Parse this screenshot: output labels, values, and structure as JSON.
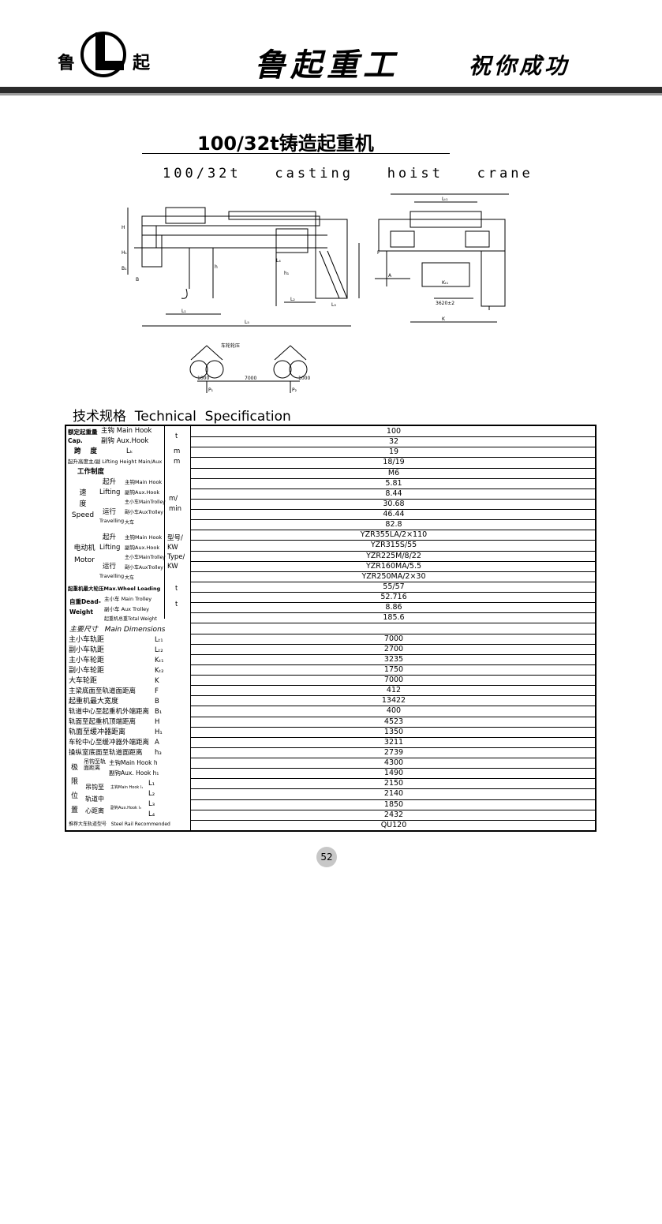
{
  "header": {
    "logo_left_char": "鲁",
    "logo_letter": "L",
    "logo_right_char": "起",
    "brand": "鲁起重工",
    "slogan": "祝你成功"
  },
  "title": {
    "cn": "100/32t铸造起重机",
    "en": "100/32t   casting   hoist   crane"
  },
  "drawing": {
    "wheel_pressure_label": "车轮轮压",
    "dims": [
      "1000",
      "7000",
      "1000"
    ],
    "p_labels": [
      "P₁",
      "P₂"
    ],
    "labels": [
      "H",
      "H₁",
      "B",
      "B₁",
      "h",
      "h₁",
      "L₁",
      "L₂",
      "L₃",
      "L₄",
      "L₅",
      "K",
      "Lₜ₁",
      "Kₜ₁",
      "A",
      "F",
      "3620±2"
    ]
  },
  "spec_heading": "技术规格  Technical  Specification",
  "table": {
    "values": [
      "100",
      "32",
      "19",
      "18/19",
      "M6",
      "5.81",
      "8.44",
      "30.68",
      "46.44",
      "82.8",
      "YZR355LA/2×110",
      "YZR315S/55",
      "YZR225M/8/22",
      "YZR160MA/5.5",
      "YZR250MA/2×30",
      "55/57",
      "52.716",
      "8.86",
      "185.6",
      "",
      "7000",
      "2700",
      "3235",
      "1750",
      "7000",
      "412",
      "13422",
      "400",
      "4523",
      "1350",
      "3211",
      "2739",
      "4300",
      "1490",
      "2150",
      "2140",
      "1850",
      "2432",
      "QU120"
    ],
    "labels": {
      "rated_cap": "额定起重量Cap.",
      "main_hook": "主钩 Main Hook",
      "aux_hook": "副钩 Aux.Hook",
      "unit_t": "t",
      "span": "跨    度",
      "span_sym": "Lₖ",
      "unit_m": "m",
      "lift_height": "起升高度主/副 Lifting Height Main/Aux",
      "duty": "工作制度",
      "speed": "速\n度\nSpeed",
      "lifting_cn": "起升",
      "lifting_en": "Lifting",
      "main_hook2": "主钩Main  Hook",
      "aux_hook2": "副钩Aux.Hook",
      "main_trolley": "主小车MainTrolley",
      "aux_trolley": "副小车AuxTrolley",
      "travel_cn": "运行",
      "travel_en": "Travelling",
      "bridge": "大车",
      "unit_speed": "m/\nmin",
      "motor": "电动机\nMotor",
      "motor_unit": "型号/\nKW\nType/\nKW",
      "wheel_load": "起重机最大轮压Max.Wheel Loading",
      "dead_weight": "自重Dead-\nWeight",
      "w_main_trolley": "主小车 Main Trolley",
      "w_aux_trolley": "副小车 Aux Trolley",
      "total_weight": "起重机总重Total Weight",
      "main_dims": "主要尺寸   Main Dimensions",
      "d_lt1": "主小车轨距",
      "d_lt2": "副小车轨距",
      "d_kt1": "主小车轮距",
      "d_kt2": "副小车轮距",
      "d_k": "大车轮距",
      "d_f": "主梁底面至轨道面距离",
      "d_b": "起重机最大宽度",
      "d_b1": "轨道中心至起重机外端距离",
      "d_h": "轨面至起重机顶端距离",
      "d_h1": "轨面至缓冲器距离",
      "d_a": "车轮中心至缓冲器外端距离",
      "d_h3": "操纵室底面至轨道面距离",
      "s_lt1": "Lₜ₁",
      "s_lt2": "Lₜ₂",
      "s_kt1": "Kₜ₁",
      "s_kt2": "Kₜ₂",
      "s_k": "K",
      "s_f": "F",
      "s_b": "B",
      "s_b1": "B₁",
      "s_h": "H",
      "s_h1": "H₁",
      "s_a": "A",
      "s_h3": "h₃",
      "limit": "极\n限\n位\n置",
      "hook_to_rail": "吊钩至轨面距离",
      "lim_main": "主钩Main Hook  h",
      "lim_aux": "副钩Aux. Hook  h₁",
      "hook_to_track": "吊钩至\n轨道中\n心距离",
      "main_hook_h": "主钩Main Hook  l₁",
      "aux_hook_h": "副钩Aux.Hook  l₃",
      "s_l1": "L₁",
      "s_l2": "L₂",
      "s_l3": "L₃",
      "s_l4": "L₄",
      "steel_rail": "推荐大车轨道型号   Steel Rail Recommended"
    }
  },
  "page_number": "52"
}
